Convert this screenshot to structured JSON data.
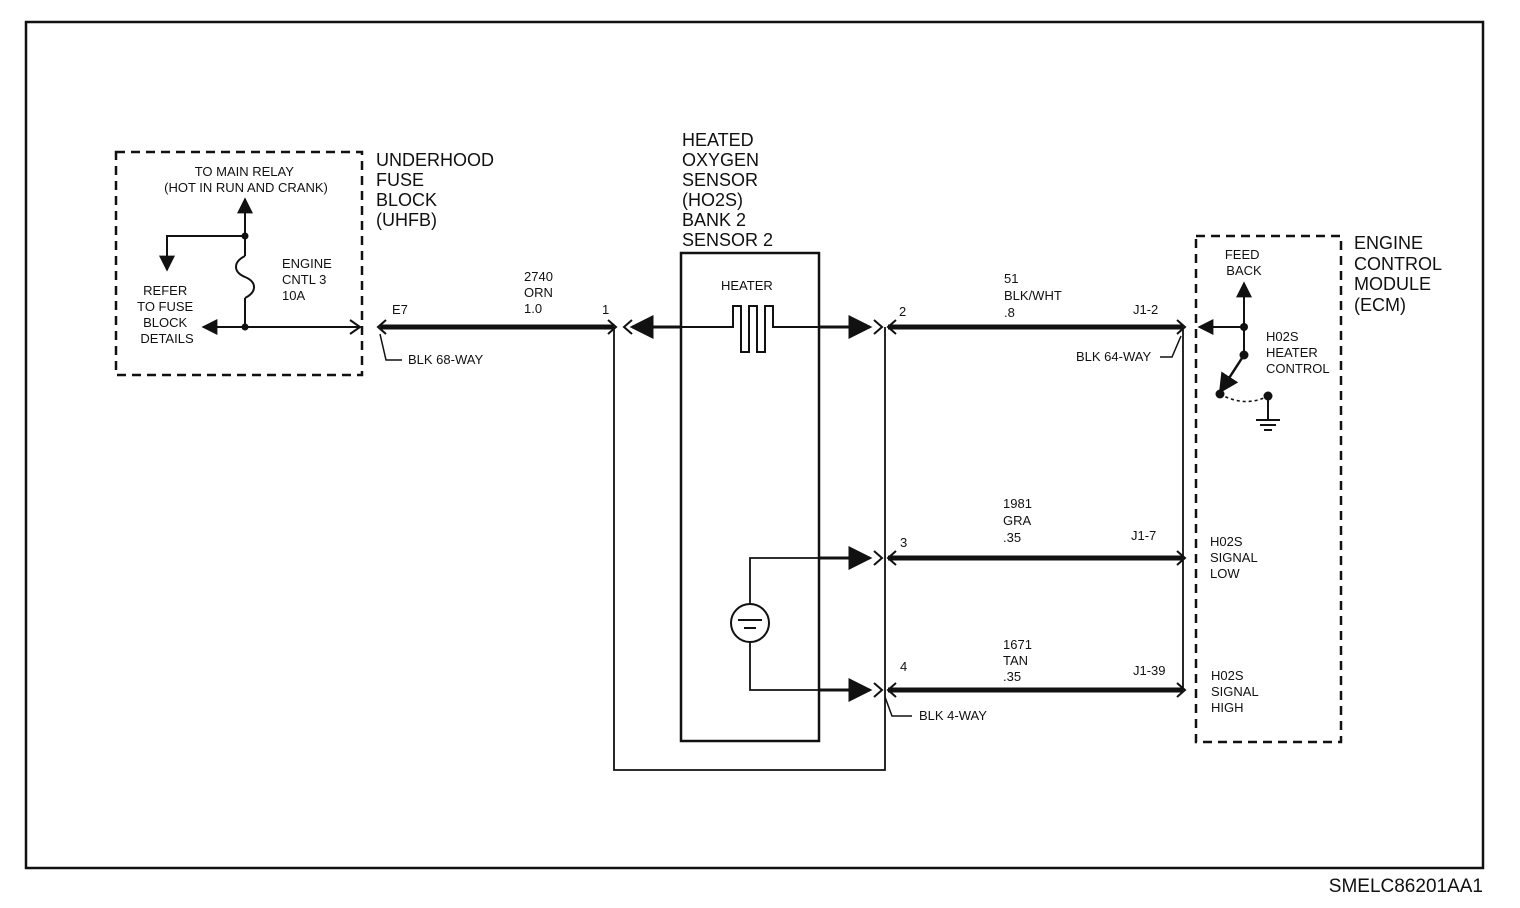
{
  "uhfb": {
    "title": [
      "UNDERHOOD",
      "FUSE",
      "BLOCK",
      "(UHFB)"
    ],
    "to_main_relay": [
      "TO MAIN RELAY",
      "(HOT IN RUN AND CRANK)"
    ],
    "refer": [
      "REFER",
      "TO FUSE",
      "BLOCK",
      "DETAILS"
    ],
    "fuse_label": [
      "ENGINE",
      "CNTL 3",
      "10A"
    ],
    "terminal": "E7",
    "connector": "BLK 68-WAY"
  },
  "sensor": {
    "title": [
      "HEATED",
      "OXYGEN",
      "SENSOR",
      "(HO2S)",
      "BANK 2",
      "SENSOR 2"
    ],
    "heater_label": "HEATER",
    "pin_heater_feed": "1",
    "pins": [
      "2",
      "3",
      "4"
    ],
    "connector": "BLK 4-WAY"
  },
  "wires": [
    {
      "circuit": "2740",
      "color": "ORN",
      "gauge": "1.0"
    },
    {
      "circuit": "51",
      "color": "BLK/WHT",
      "gauge": ".8"
    },
    {
      "circuit": "1981",
      "color": "GRA",
      "gauge": ".35"
    },
    {
      "circuit": "1671",
      "color": "TAN",
      "gauge": ".35"
    }
  ],
  "ecm": {
    "title": [
      "ENGINE",
      "CONTROL",
      "MODULE",
      "(ECM)"
    ],
    "feedback": [
      "FEED",
      "BACK"
    ],
    "heater_control": [
      "H02S",
      "HEATER",
      "CONTROL"
    ],
    "signal_low": [
      "H02S",
      "SIGNAL",
      "LOW"
    ],
    "signal_high": [
      "H02S",
      "SIGNAL",
      "HIGH"
    ],
    "terminals": [
      "J1-2",
      "J1-7",
      "J1-39"
    ],
    "connector": "BLK 64-WAY"
  },
  "figure_code": "SMELC86201AA1"
}
